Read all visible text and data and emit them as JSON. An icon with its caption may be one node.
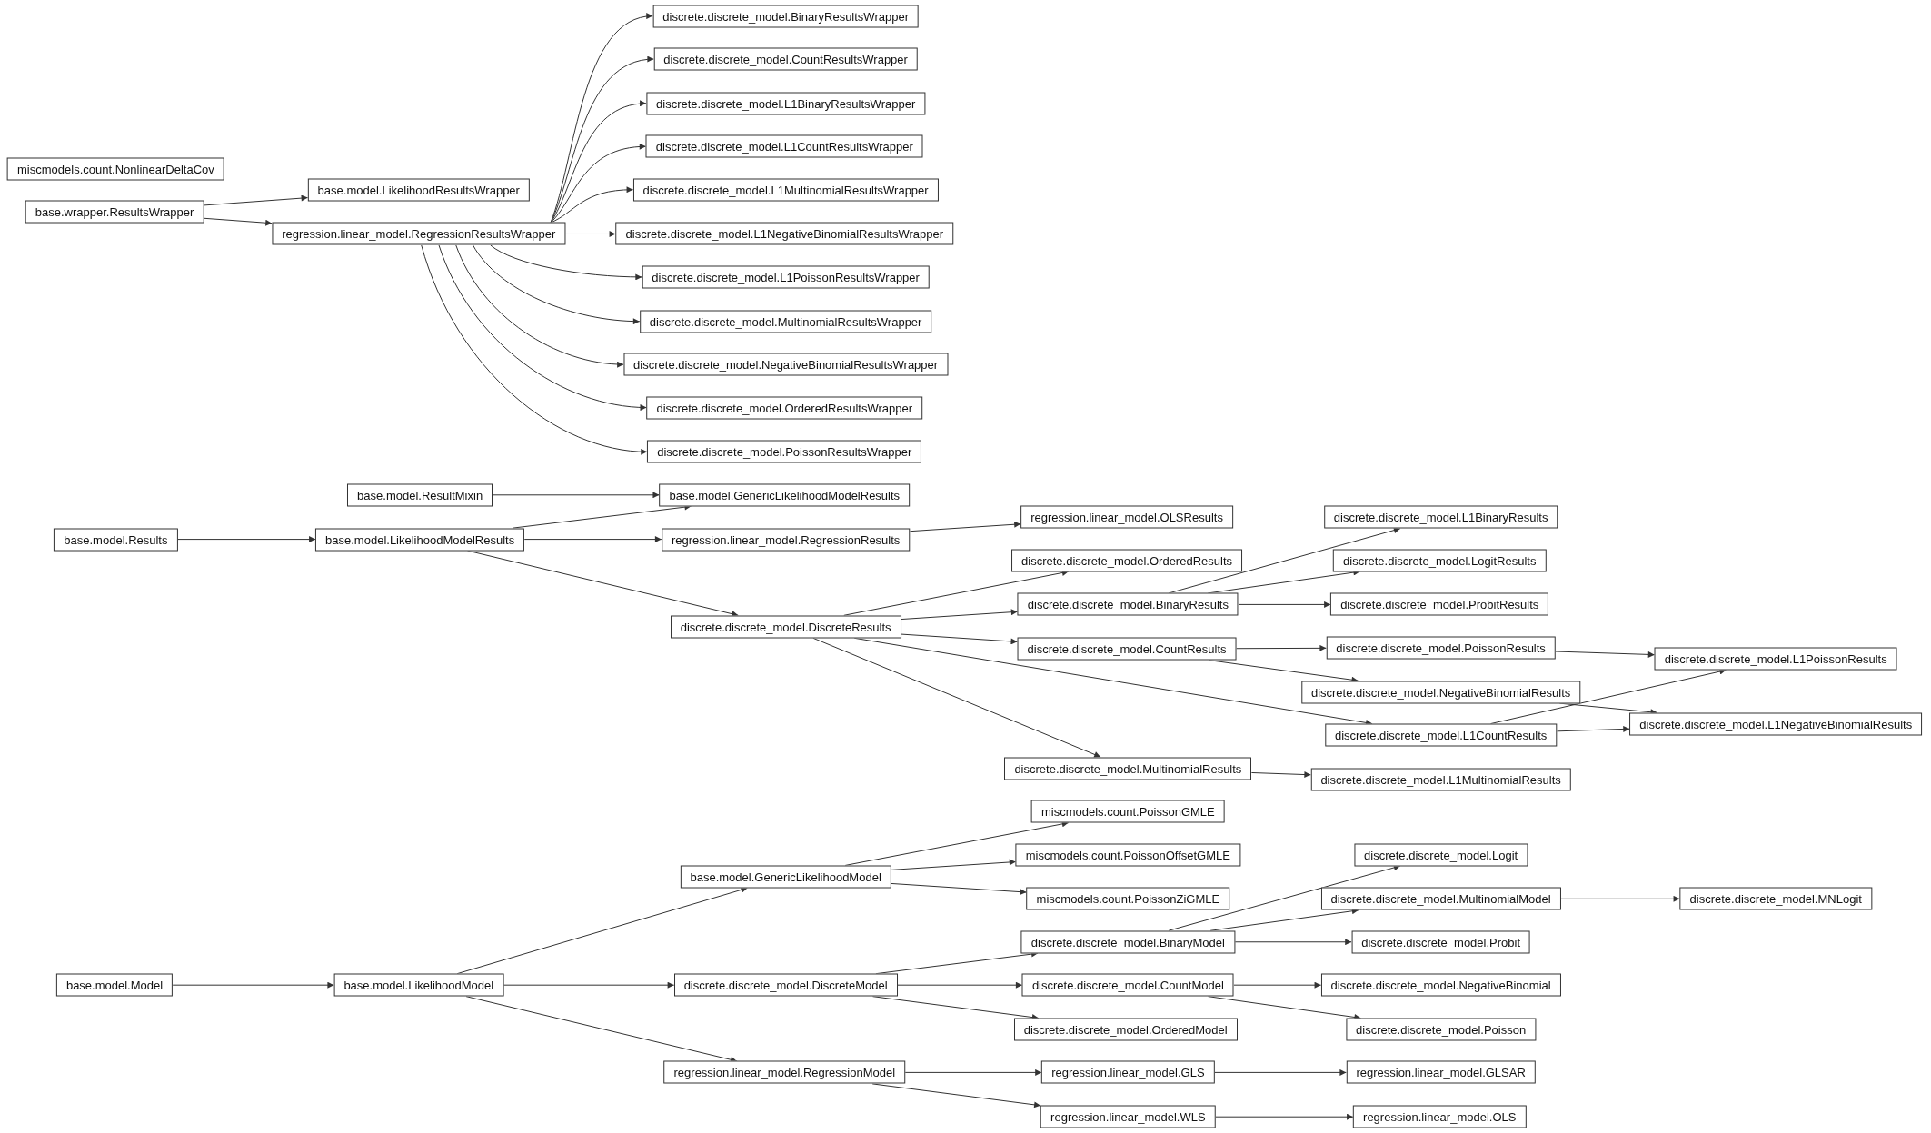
{
  "diagram": {
    "nodes": [
      {
        "text": [
          "miscmodels.count.NonlinearDeltaCov"
        ]
      },
      {
        "text": [
          "base.wrapper.ResultsWrapper"
        ]
      },
      {
        "text": [
          "base.model.LikelihoodResultsWrapper"
        ]
      },
      {
        "text": [
          "regression.linear_model.RegressionResultsWrapper"
        ]
      },
      {
        "text": [
          "discrete.discrete_model.BinaryResultsWrapper"
        ]
      },
      {
        "text": [
          "discrete.discrete_model.CountResultsWrapper"
        ]
      },
      {
        "text": [
          "discrete.discrete_model.L1BinaryResultsWrapper"
        ]
      },
      {
        "text": [
          "discrete.discrete_model.L1CountResultsWrapper"
        ]
      },
      {
        "text": [
          "discrete.discrete_model.L1MultinomialResultsWrapper"
        ]
      },
      {
        "text": [
          "discrete.discrete_model.L1NegativeBinomialResultsWrapper"
        ]
      },
      {
        "text": [
          "discrete.discrete_model.L1PoissonResultsWrapper"
        ]
      },
      {
        "text": [
          "discrete.discrete_model.MultinomialResultsWrapper"
        ]
      },
      {
        "text": [
          "discrete.discrete_model.NegativeBinomialResultsWrapper"
        ]
      },
      {
        "text": [
          "discrete.discrete_model.OrderedResultsWrapper"
        ]
      },
      {
        "text": [
          "discrete.discrete_model.PoissonResultsWrapper"
        ]
      },
      {
        "text": [
          "base.model.ResultMixin"
        ]
      },
      {
        "text": [
          "base.model.GenericLikelihoodModelResults"
        ]
      },
      {
        "text": [
          "base.model.Results"
        ]
      },
      {
        "text": [
          "base.model.LikelihoodModelResults"
        ]
      },
      {
        "text": [
          "regression.linear_model.RegressionResults"
        ]
      },
      {
        "text": [
          "regression.linear_model.OLSResults"
        ]
      },
      {
        "text": [
          "discrete.discrete_model.DiscreteResults"
        ]
      },
      {
        "text": [
          "discrete.discrete_model.OrderedResults"
        ]
      },
      {
        "text": [
          "discrete.discrete_model.BinaryResults"
        ]
      },
      {
        "text": [
          "discrete.discrete_model.CountResults"
        ]
      },
      {
        "text": [
          "discrete.discrete_model.MultinomialResults"
        ]
      },
      {
        "text": [
          "discrete.discrete_model.L1BinaryResults"
        ]
      },
      {
        "text": [
          "discrete.discrete_model.LogitResults"
        ]
      },
      {
        "text": [
          "discrete.discrete_model.ProbitResults"
        ]
      },
      {
        "text": [
          "discrete.discrete_model.PoissonResults"
        ]
      },
      {
        "text": [
          "discrete.discrete_model.NegativeBinomialResults"
        ]
      },
      {
        "text": [
          "discrete.discrete_model.L1CountResults"
        ]
      },
      {
        "text": [
          "discrete.discrete_model.L1MultinomialResults"
        ]
      },
      {
        "text": [
          "discrete.discrete_model.L1PoissonResults"
        ]
      },
      {
        "text": [
          "discrete.discrete_model.L1NegativeBinomialResults"
        ]
      },
      {
        "text": [
          "base.model.Model"
        ]
      },
      {
        "text": [
          "base.model.LikelihoodModel"
        ]
      },
      {
        "text": [
          "base.model.GenericLikelihoodModel"
        ]
      },
      {
        "text": [
          "discrete.discrete_model.DiscreteModel"
        ]
      },
      {
        "text": [
          "regression.linear_model.RegressionModel"
        ]
      },
      {
        "text": [
          "miscmodels.count.PoissonGMLE"
        ]
      },
      {
        "text": [
          "miscmodels.count.PoissonOffsetGMLE"
        ]
      },
      {
        "text": [
          "miscmodels.count.PoissonZiGMLE"
        ]
      },
      {
        "text": [
          "discrete.discrete_model.BinaryModel"
        ]
      },
      {
        "text": [
          "discrete.discrete_model.CountModel"
        ]
      },
      {
        "text": [
          "discrete.discrete_model.OrderedModel"
        ]
      },
      {
        "text": [
          "regression.linear_model.GLS"
        ]
      },
      {
        "text": [
          "regression.linear_model.WLS"
        ]
      },
      {
        "text": [
          "discrete.discrete_model.Logit"
        ]
      },
      {
        "text": [
          "discrete.discrete_model.MultinomialModel"
        ]
      },
      {
        "text": [
          "discrete.discrete_model.Probit"
        ]
      },
      {
        "text": [
          "discrete.discrete_model.NegativeBinomial"
        ]
      },
      {
        "text": [
          "discrete.discrete_model.Poisson"
        ]
      },
      {
        "text": [
          "discrete.discrete_model.MNLogit"
        ]
      },
      {
        "text": [
          "regression.linear_model.GLSAR"
        ]
      },
      {
        "text": [
          "regression.linear_model.OLS"
        ]
      }
    ],
    "edges": [
      {
        "from": 1,
        "to": 2,
        "arrow": "to"
      },
      {
        "from": 1,
        "to": 3,
        "arrow": "to"
      },
      {
        "from": 3,
        "to": 4,
        "arrow": "to"
      },
      {
        "from": 3,
        "to": 5,
        "arrow": "to"
      },
      {
        "from": 3,
        "to": 6,
        "arrow": "to"
      },
      {
        "from": 3,
        "to": 7,
        "arrow": "to"
      },
      {
        "from": 3,
        "to": 8,
        "arrow": "to"
      },
      {
        "from": 3,
        "to": 9,
        "arrow": "to"
      },
      {
        "from": 3,
        "to": 10,
        "arrow": "to"
      },
      {
        "from": 3,
        "to": 11,
        "arrow": "to"
      },
      {
        "from": 3,
        "to": 12,
        "arrow": "to"
      },
      {
        "from": 3,
        "to": 13,
        "arrow": "to"
      },
      {
        "from": 3,
        "to": 14,
        "arrow": "to"
      },
      {
        "from": 15,
        "to": 16,
        "arrow": "to"
      },
      {
        "from": 18,
        "to": 16,
        "arrow": "to"
      },
      {
        "from": 17,
        "to": 18,
        "arrow": "to"
      },
      {
        "from": 18,
        "to": 19,
        "arrow": "to"
      },
      {
        "from": 19,
        "to": 20,
        "arrow": "to"
      },
      {
        "from": 18,
        "to": 21,
        "arrow": "to"
      },
      {
        "from": 21,
        "to": 22,
        "arrow": "to"
      },
      {
        "from": 21,
        "to": 23,
        "arrow": "to"
      },
      {
        "from": 21,
        "to": 24,
        "arrow": "to"
      },
      {
        "from": 21,
        "to": 31,
        "arrow": "to"
      },
      {
        "from": 21,
        "to": 25,
        "arrow": "to"
      },
      {
        "from": 23,
        "to": 26,
        "arrow": "to"
      },
      {
        "from": 23,
        "to": 27,
        "arrow": "to"
      },
      {
        "from": 23,
        "to": 28,
        "arrow": "to"
      },
      {
        "from": 24,
        "to": 29,
        "arrow": "to"
      },
      {
        "from": 24,
        "to": 30,
        "arrow": "to"
      },
      {
        "from": 29,
        "to": 33,
        "arrow": "to"
      },
      {
        "from": 31,
        "to": 33,
        "arrow": "to"
      },
      {
        "from": 31,
        "to": 34,
        "arrow": "to"
      },
      {
        "from": 30,
        "to": 34,
        "arrow": "to"
      },
      {
        "from": 25,
        "to": 32,
        "arrow": "to"
      },
      {
        "from": 35,
        "to": 36,
        "arrow": "to"
      },
      {
        "from": 36,
        "to": 37,
        "arrow": "to"
      },
      {
        "from": 36,
        "to": 38,
        "arrow": "to"
      },
      {
        "from": 36,
        "to": 39,
        "arrow": "to"
      },
      {
        "from": 37,
        "to": 40,
        "arrow": "to"
      },
      {
        "from": 37,
        "to": 41,
        "arrow": "to"
      },
      {
        "from": 37,
        "to": 42,
        "arrow": "to"
      },
      {
        "from": 38,
        "to": 43,
        "arrow": "to"
      },
      {
        "from": 38,
        "to": 44,
        "arrow": "to"
      },
      {
        "from": 38,
        "to": 45,
        "arrow": "to"
      },
      {
        "from": 43,
        "to": 48,
        "arrow": "to"
      },
      {
        "from": 43,
        "to": 49,
        "arrow": "to"
      },
      {
        "from": 43,
        "to": 50,
        "arrow": "to"
      },
      {
        "from": 44,
        "to": 51,
        "arrow": "to"
      },
      {
        "from": 44,
        "to": 52,
        "arrow": "to"
      },
      {
        "from": 49,
        "to": 53,
        "arrow": "to"
      },
      {
        "from": 39,
        "to": 46,
        "arrow": "to"
      },
      {
        "from": 39,
        "to": 47,
        "arrow": "to"
      },
      {
        "from": 46,
        "to": 54,
        "arrow": "to"
      },
      {
        "from": 47,
        "to": 55,
        "arrow": "to"
      }
    ]
  }
}
